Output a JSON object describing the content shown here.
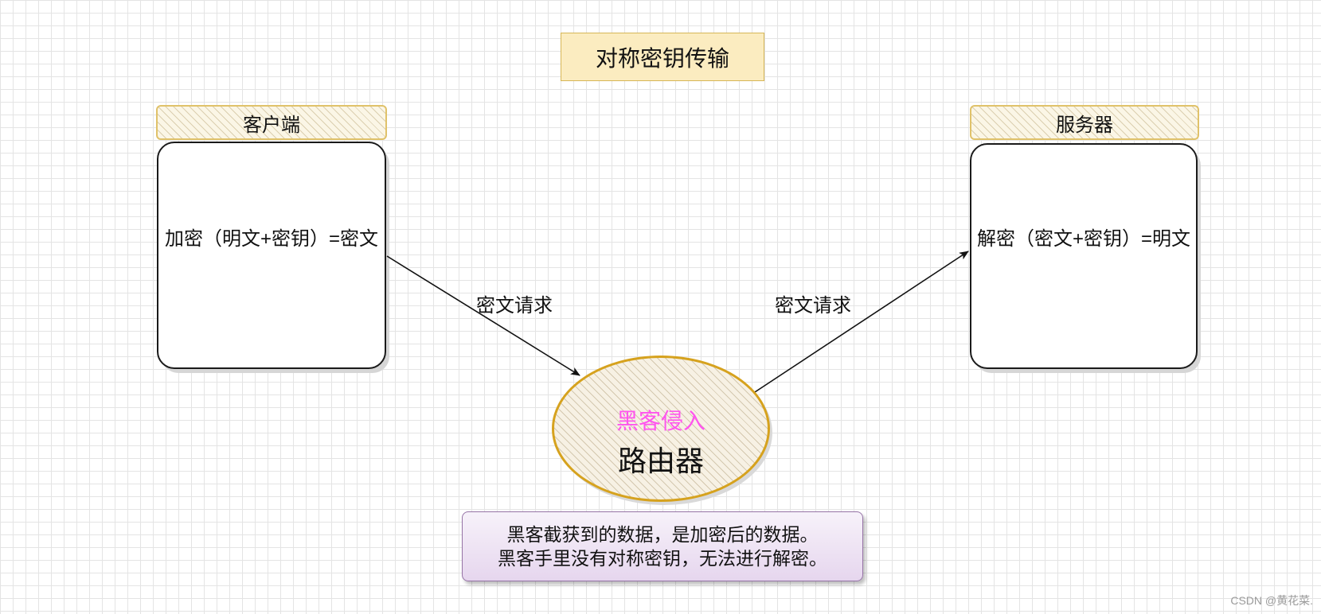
{
  "title": "对称密钥传输",
  "client": {
    "header": "客户端",
    "body": "加密（明文+密钥）=密文"
  },
  "server": {
    "header": "服务器",
    "body": "解密（密文+密钥）=明文"
  },
  "edges": {
    "left_label": "密文请求",
    "right_label": "密文请求"
  },
  "router": {
    "hacker_label": "黑客侵入",
    "label": "路由器"
  },
  "note": {
    "line1": "黑客截获到的数据，是加密后的数据。",
    "line2": "黑客手里没有对称密钥，无法进行解密。"
  },
  "watermark": "CSDN @黄花菜.",
  "colors": {
    "title_fill": "#fbecc0",
    "header_stroke": "#e0c26a",
    "router_stroke": "#d6a21e",
    "hacker_text": "#ff55ee",
    "note_stroke": "#9673a6",
    "note_fill": "#e6d6ee"
  }
}
